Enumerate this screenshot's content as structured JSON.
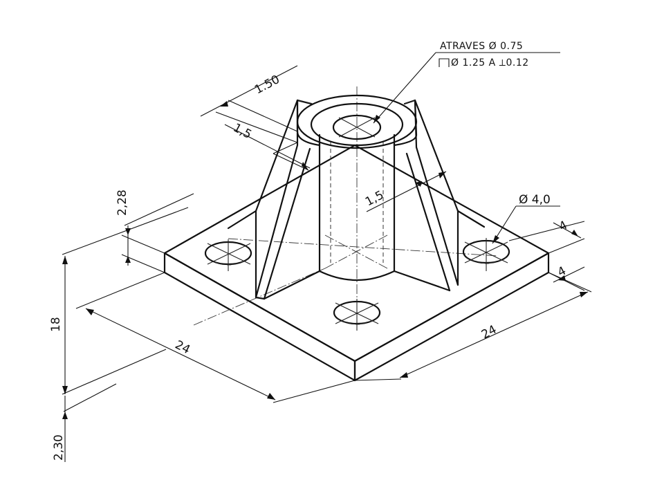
{
  "drawing": {
    "note_line1": "ATRAVES Ø 0.75",
    "note_line2": "Ø 1.25 A ⟂0.12",
    "dim_top_wall": "1.50",
    "dim_wall_thickness": "1,5",
    "dim_rib_thickness": "1,5",
    "dim_base_thickness": "2,28",
    "dim_height": "18",
    "dim_bottom": "2,30",
    "dim_base_width_left": "24",
    "dim_base_width_right": "24",
    "dim_hole_dia": "Ø 4,0",
    "dim_hole_offset_1": "4",
    "dim_hole_offset_2": "4"
  }
}
